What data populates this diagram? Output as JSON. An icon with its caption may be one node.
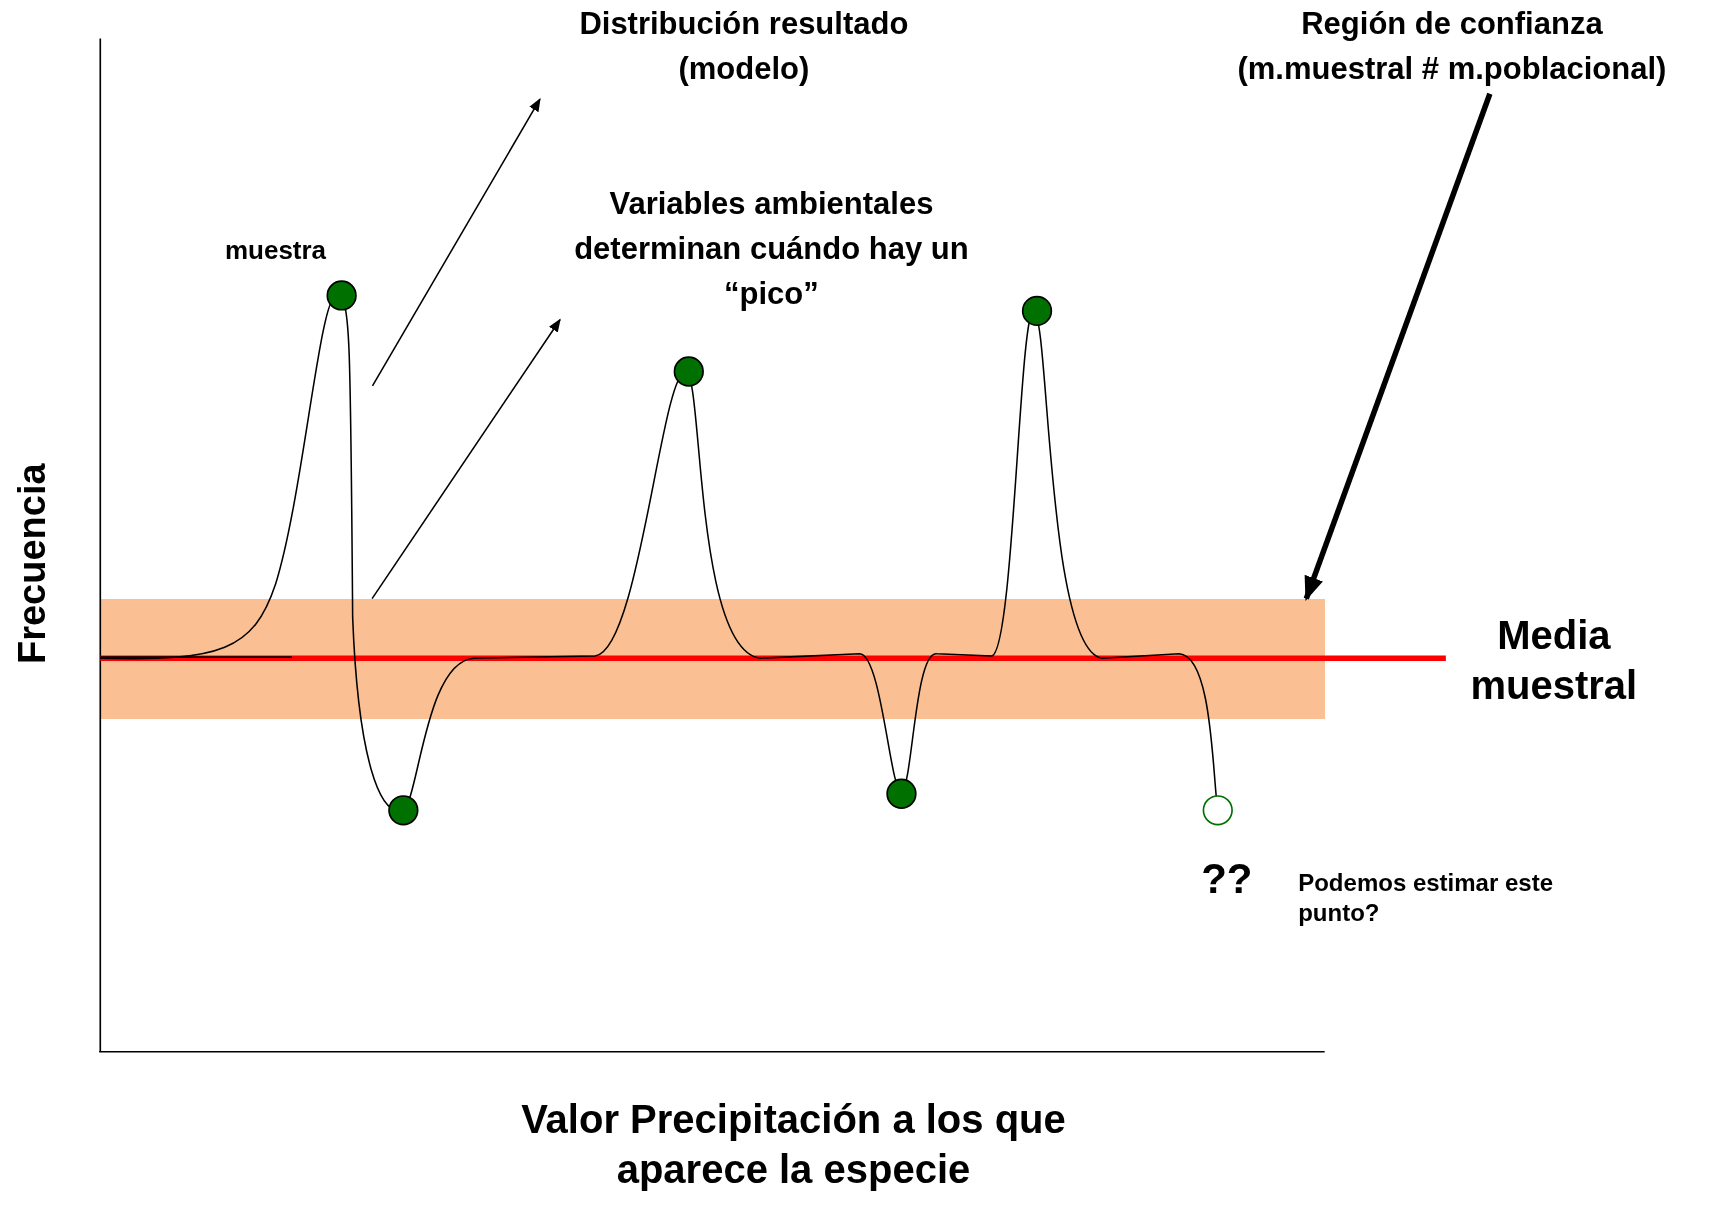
{
  "diagram": {
    "nodes": [
      {
        "text": [
          "Distribución resultado (modelo)"
        ]
      },
      {
        "text": [
          "Variables ambientales determinan cuándo hay un “pico”"
        ]
      },
      {
        "text": [
          "Región de confianza (m.muestral # m.poblacional)"
        ]
      },
      {
        "text": [],
        "shape": "bar"
      }
    ],
    "edges": [
      {
        "from": null,
        "to": 0,
        "arrow": "to"
      },
      {
        "from": 3,
        "to": 1,
        "arrow": "to"
      },
      {
        "from": 2,
        "to": 3,
        "arrow": "to",
        "style": "thick"
      }
    ],
    "labels": [
      "muestra",
      "Frecuencia",
      "Media muestral",
      "??",
      "Podemos estimar este punto?",
      "Valor Precipitación a los que aparece la especie"
    ]
  }
}
